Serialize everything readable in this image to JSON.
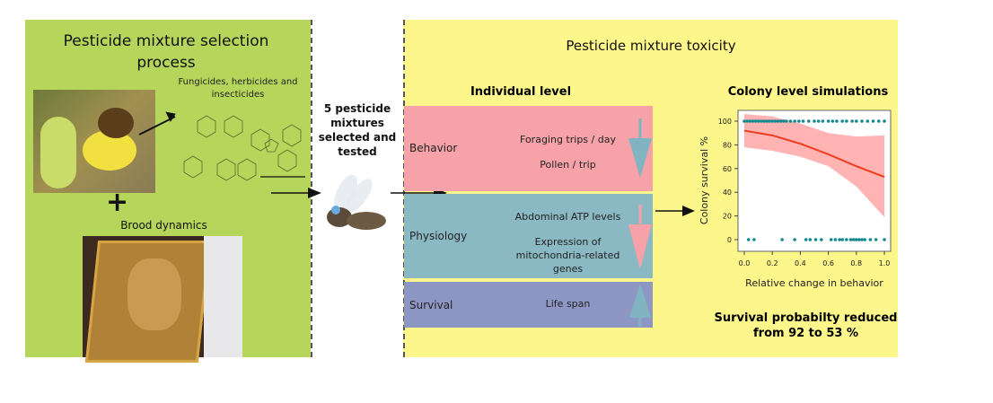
{
  "left": {
    "title": "Pesticide mixture selection process",
    "chem_label": "Fungicides, herbicides and insecticides",
    "plus": "+",
    "brood": "Brood dynamics"
  },
  "middle": {
    "label": "5 pesticide mixtures selected and tested"
  },
  "right": {
    "title": "Pesticide mixture toxicity",
    "individual": "Individual level",
    "colony": "Colony level simulations",
    "rows": [
      {
        "name": "Behavior",
        "items": [
          "Foraging trips / day",
          "Pollen / trip"
        ],
        "arrow": "down",
        "color": "#f6a2a8",
        "arrow_color": "#7fb4c0"
      },
      {
        "name": "Physiology",
        "items": [
          "Abdominal ATP levels",
          "Expression of mitochondria-related genes"
        ],
        "arrow": "down",
        "color": "#8ab9c3",
        "arrow_color": "#f6a2a8"
      },
      {
        "name": "Survival",
        "items": [
          "Life span"
        ],
        "arrow": "up",
        "color": "#8e97c4",
        "arrow_color": "#7fb4c0"
      }
    ],
    "conclusion": "Survival probabilty reduced from 92 to 53 %"
  },
  "chart_data": {
    "type": "line",
    "xlabel": "Relative change in behavior",
    "ylabel": "Colony survival %",
    "xlim": [
      0,
      1
    ],
    "ylim": [
      -8,
      108
    ],
    "xticks": [
      "0.0",
      "0.2",
      "0.4",
      "0.6",
      "0.8",
      "1.0"
    ],
    "yticks": [
      "0",
      "20",
      "40",
      "60",
      "80",
      "100"
    ],
    "fit": {
      "x": [
        0,
        0.2,
        0.4,
        0.6,
        0.8,
        1.0
      ],
      "y": [
        92,
        88,
        81,
        72,
        62,
        53
      ]
    },
    "band_upper": {
      "x": [
        0,
        0.2,
        0.4,
        0.6,
        0.8,
        1.0
      ],
      "y": [
        106,
        104,
        98,
        90,
        87,
        88
      ]
    },
    "band_lower": {
      "x": [
        0,
        0.2,
        0.4,
        0.6,
        0.8,
        1.0
      ],
      "y": [
        78,
        75,
        70,
        62,
        45,
        19
      ]
    },
    "points_100": [
      0,
      0.02,
      0.04,
      0.06,
      0.08,
      0.1,
      0.12,
      0.14,
      0.16,
      0.18,
      0.2,
      0.22,
      0.24,
      0.26,
      0.28,
      0.3,
      0.33,
      0.36,
      0.39,
      0.42,
      0.46,
      0.5,
      0.53,
      0.56,
      0.6,
      0.63,
      0.66,
      0.7,
      0.73,
      0.77,
      0.8,
      0.84,
      0.88,
      0.92,
      0.96,
      1.0
    ],
    "points_0": [
      0.03,
      0.07,
      0.27,
      0.36,
      0.44,
      0.47,
      0.51,
      0.55,
      0.62,
      0.65,
      0.68,
      0.7,
      0.73,
      0.76,
      0.78,
      0.8,
      0.82,
      0.84,
      0.86,
      0.9,
      0.94,
      1.0
    ],
    "colors": {
      "fit": "#f03c1e",
      "band": "#ffb3b3",
      "points": "#138a8f"
    }
  }
}
